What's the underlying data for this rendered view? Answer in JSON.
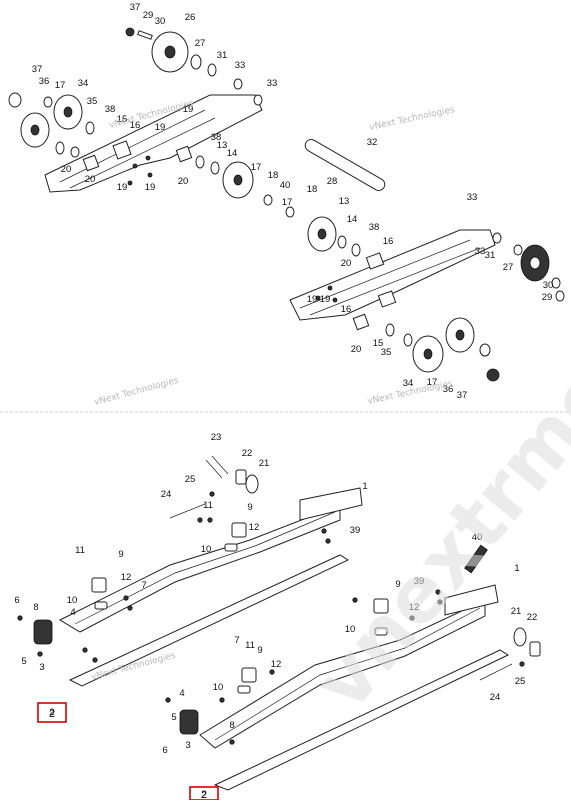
{
  "watermarks": {
    "small": "vNext Technologies",
    "big": "vnextrmestele"
  },
  "highlight_color": "#d40000",
  "upper_labels": [
    "37",
    "29",
    "30",
    "26",
    "27",
    "31",
    "33",
    "33",
    "37",
    "36",
    "17",
    "34",
    "35",
    "38",
    "15",
    "16",
    "19",
    "19",
    "20",
    "20",
    "19",
    "19",
    "38",
    "13",
    "14",
    "17",
    "18",
    "40",
    "18",
    "17",
    "20",
    "32",
    "28",
    "33",
    "13",
    "14",
    "38",
    "16",
    "20",
    "33",
    "31",
    "27",
    "29",
    "30",
    "19",
    "19",
    "16",
    "20",
    "15",
    "35",
    "17",
    "34",
    "36",
    "37"
  ],
  "lower_labels": [
    "23",
    "22",
    "21",
    "25",
    "24",
    "1",
    "11",
    "9",
    "39",
    "12",
    "10",
    "11",
    "9",
    "12",
    "7",
    "10",
    "4",
    "6",
    "8",
    "5",
    "3",
    "2",
    "40",
    "1",
    "39",
    "9",
    "12",
    "10",
    "7",
    "11",
    "9",
    "12",
    "10",
    "4",
    "8",
    "6",
    "5",
    "3",
    "2",
    "21",
    "22",
    "25",
    "24"
  ],
  "highlighted_labels": [
    "2",
    "2"
  ]
}
